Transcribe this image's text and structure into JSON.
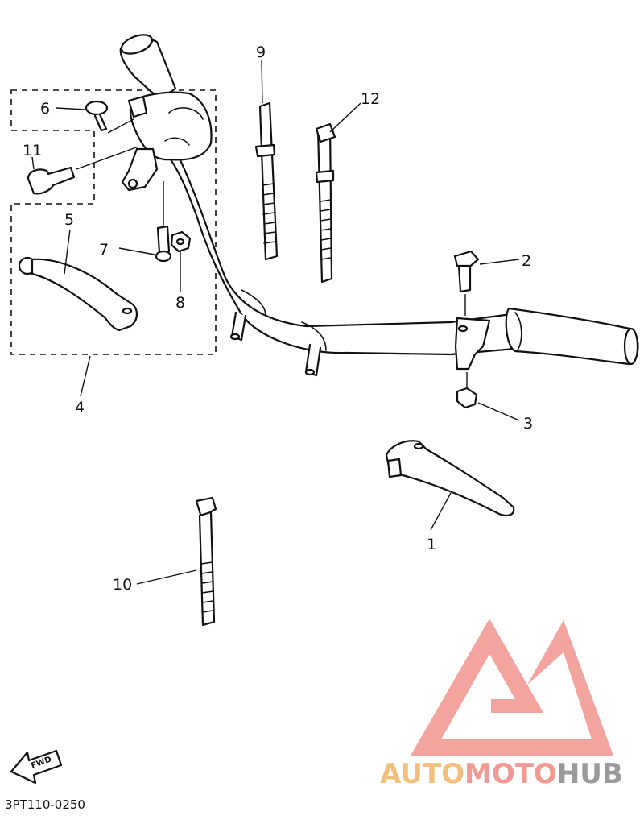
{
  "callouts": {
    "c1": "1",
    "c2": "2",
    "c3": "3",
    "c4": "4",
    "c5": "5",
    "c6": "6",
    "c7": "7",
    "c8": "8",
    "c9": "9",
    "c10": "10",
    "c11": "11",
    "c12": "12"
  },
  "fwd_label": "FWD",
  "diagram_code": "3PT110-0250",
  "watermark": {
    "part1": "AUTO",
    "part2": "MOTO",
    "part3": "HUB",
    "colors": {
      "auto": "#f2c07a",
      "moto": "#f29a92",
      "hub": "#9a9a9a",
      "logo": "#f39a95"
    }
  }
}
